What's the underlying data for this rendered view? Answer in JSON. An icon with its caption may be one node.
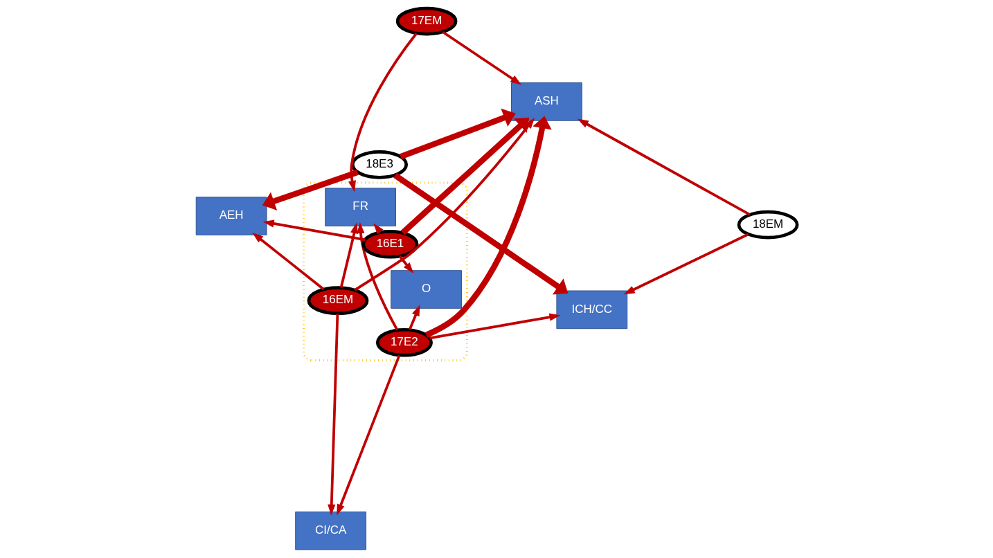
{
  "diagram": {
    "nodes": [
      {
        "text": [
          "18EM"
        ]
      },
      {
        "text": [
          "ICH/CC"
        ]
      },
      {
        "text": [
          "18E3"
        ]
      },
      {
        "text": [],
        "shape": "ellipse"
      },
      {
        "text": [
          "ASH"
        ]
      },
      {
        "text": [
          "O"
        ],
        "in": 3
      },
      {
        "text": [
          "17E2"
        ],
        "in": 3
      },
      {
        "text": [
          "16E1"
        ],
        "in": 3
      },
      {
        "text": [
          "17EM"
        ]
      },
      {
        "text": [
          "AEH"
        ]
      },
      {
        "text": [
          "FR"
        ],
        "in": 3
      },
      {
        "text": [
          "16EM"
        ],
        "in": 3
      },
      {
        "text": [
          "CI/CA"
        ]
      }
    ],
    "edges": [
      {
        "from": 0,
        "to": 1,
        "arrow": "to"
      },
      {
        "from": 0,
        "to": 4,
        "arrow": "to"
      },
      {
        "from": 2,
        "to": 1,
        "arrow": "to",
        "style": "thick"
      },
      {
        "from": 2,
        "to": 4,
        "arrow": "to",
        "style": "thick"
      },
      {
        "from": 2,
        "to": 9,
        "arrow": "to",
        "style": "thick"
      },
      {
        "from": 6,
        "to": 1,
        "arrow": "to"
      },
      {
        "from": 6,
        "to": 4,
        "arrow": "to",
        "style": "thick"
      },
      {
        "from": 6,
        "to": 5,
        "arrow": "to"
      },
      {
        "from": 6,
        "to": 10,
        "arrow": "to"
      },
      {
        "from": 6,
        "to": 12,
        "arrow": "to"
      },
      {
        "from": 7,
        "to": 4,
        "arrow": "to",
        "style": "thick"
      },
      {
        "from": 7,
        "to": 5,
        "arrow": "to"
      },
      {
        "from": 7,
        "to": 9,
        "arrow": "to"
      },
      {
        "from": 7,
        "to": 10,
        "arrow": "to"
      },
      {
        "from": 8,
        "to": 4,
        "arrow": "to"
      },
      {
        "from": 8,
        "to": 10,
        "arrow": "to"
      },
      {
        "from": 11,
        "to": 4,
        "arrow": "to"
      },
      {
        "from": 11,
        "to": 9,
        "arrow": "to"
      },
      {
        "from": 11,
        "to": 10,
        "arrow": "to"
      },
      {
        "from": 11,
        "to": 12,
        "arrow": "to"
      }
    ]
  }
}
